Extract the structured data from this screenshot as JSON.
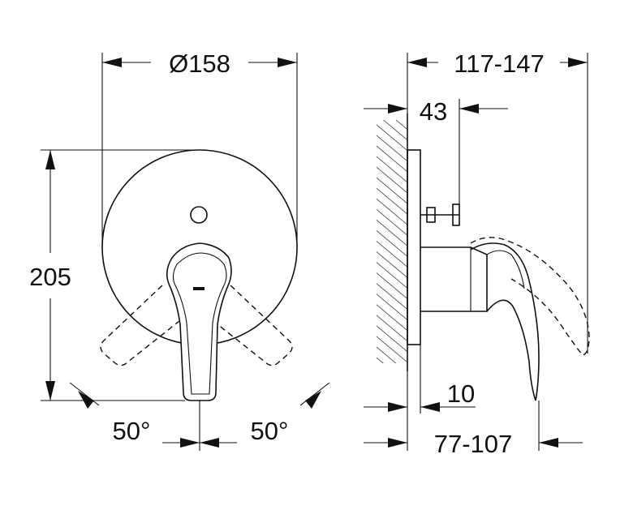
{
  "front_view": {
    "diameter_label": "Ø158",
    "height_label": "205",
    "angle_left_label": "50°",
    "angle_right_label": "50°"
  },
  "side_view": {
    "total_depth_label": "117-147",
    "stem_label": "43",
    "wall_offset_label": "10",
    "handle_depth_label": "77-107"
  },
  "colors": {
    "line": "#111111",
    "background": "#ffffff"
  }
}
